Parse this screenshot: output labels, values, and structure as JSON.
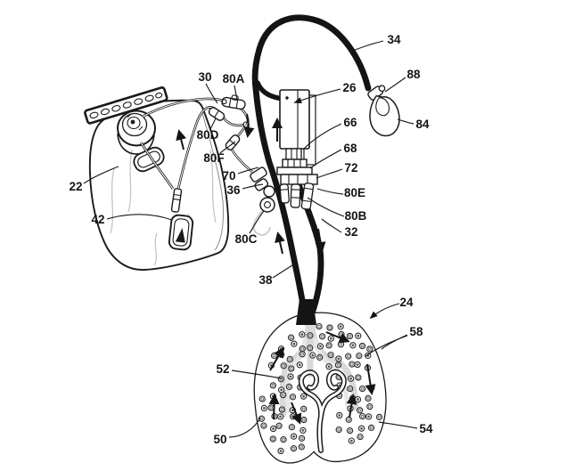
{
  "figure": {
    "kind": "patent-line-drawing",
    "background_color": "#ffffff",
    "ink_color": "#1a1a1a",
    "channel_color": "#d9d9d9",
    "labels": {
      "l22": "22",
      "l24": "24",
      "l26": "26",
      "l30": "30",
      "l32": "32",
      "l34": "34",
      "l36": "36",
      "l38": "38",
      "l42": "42",
      "l50": "50",
      "l52": "52",
      "l54": "54",
      "l58": "58",
      "l66": "66",
      "l68": "68",
      "l70": "70",
      "l72": "72",
      "l84": "84",
      "l88": "88",
      "l80A": "80A",
      "l80B": "80B",
      "l80C": "80C",
      "l80D": "80D",
      "l80E": "80E",
      "l80F": "80F"
    }
  }
}
